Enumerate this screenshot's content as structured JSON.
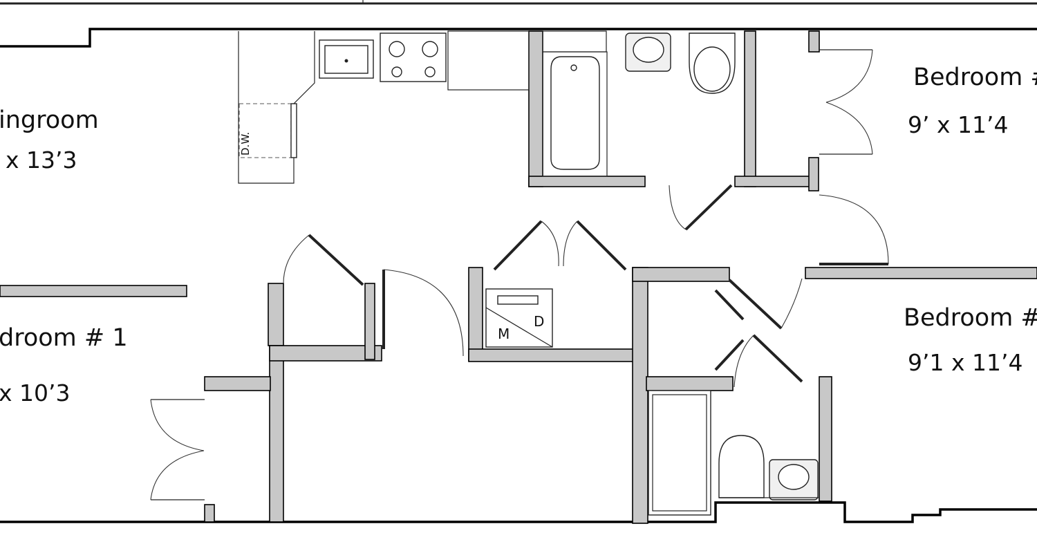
{
  "plan": {
    "rooms": [
      {
        "id": "living",
        "name": "ingroom",
        "dims": "x 13’3"
      },
      {
        "id": "bedroom1",
        "name": "droom # 1",
        "dims": "x 10’3"
      },
      {
        "id": "bedroom2",
        "name": "Bedroom #",
        "dims": "9’ x 11’4"
      },
      {
        "id": "bedroom3",
        "name": "Bedroom #",
        "dims": "9’1 x 11’4"
      }
    ],
    "fixtures": {
      "dishwasher": "D.W.",
      "washer": "M",
      "dryer": "D"
    }
  }
}
